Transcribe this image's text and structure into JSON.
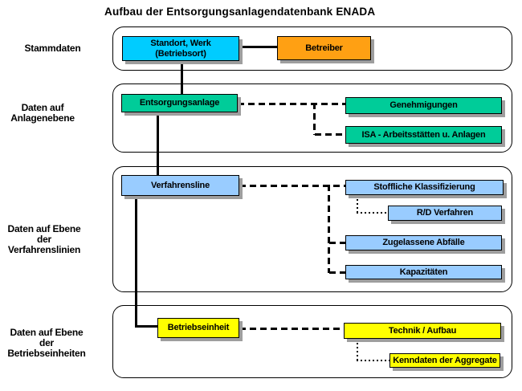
{
  "title": "Aufbau der Entsorgungsanlagendatenbank ENADA",
  "colors": {
    "cyan": "#00CCFF",
    "orange": "#FFA013",
    "green": "#00CC99",
    "light_blue": "#99CCFF",
    "yellow": "#FFFF00",
    "shadow_gray": "#9E9E9E",
    "line": "#000000",
    "background": "#FFFFFF"
  },
  "sections": [
    {
      "label": "Stammdaten",
      "boxes": [
        {
          "name": "standort-werk",
          "label": "Standort, Werk\n(Betriebsort)",
          "color": "cyan"
        },
        {
          "name": "betreiber",
          "label": "Betreiber",
          "color": "orange"
        }
      ]
    },
    {
      "label": "Daten auf\nAnlagenebene",
      "boxes": [
        {
          "name": "entsorgungsanlage",
          "label": "Entsorgungsanlage",
          "color": "green"
        },
        {
          "name": "genehmigungen",
          "label": "Genehmigungen",
          "color": "green"
        },
        {
          "name": "isa-arbeitsstaetten",
          "label": "ISA - Arbeitsstätten u. Anlagen",
          "color": "green"
        }
      ]
    },
    {
      "label": "Daten auf Ebene\nder Verfahrenslinien",
      "boxes": [
        {
          "name": "verfahrensline",
          "label": "Verfahrensline",
          "color": "light_blue"
        },
        {
          "name": "stoffliche-klassifizierung",
          "label": "Stoffliche Klassifizierung",
          "color": "light_blue"
        },
        {
          "name": "rd-verfahren",
          "label": "R/D Verfahren",
          "color": "light_blue"
        },
        {
          "name": "zugelassene-abfaelle",
          "label": "Zugelassene Abfälle",
          "color": "light_blue"
        },
        {
          "name": "kapazitaeten",
          "label": "Kapazitäten",
          "color": "light_blue"
        }
      ]
    },
    {
      "label": "Daten auf Ebene\nder Betriebseinheiten",
      "boxes": [
        {
          "name": "betriebseinheit",
          "label": "Betriebseinheit",
          "color": "yellow"
        },
        {
          "name": "technik-aufbau",
          "label": "Technik / Aufbau",
          "color": "yellow"
        },
        {
          "name": "kenndaten-aggregate",
          "label": "Kenndaten der Aggregate",
          "color": "yellow"
        }
      ]
    }
  ]
}
